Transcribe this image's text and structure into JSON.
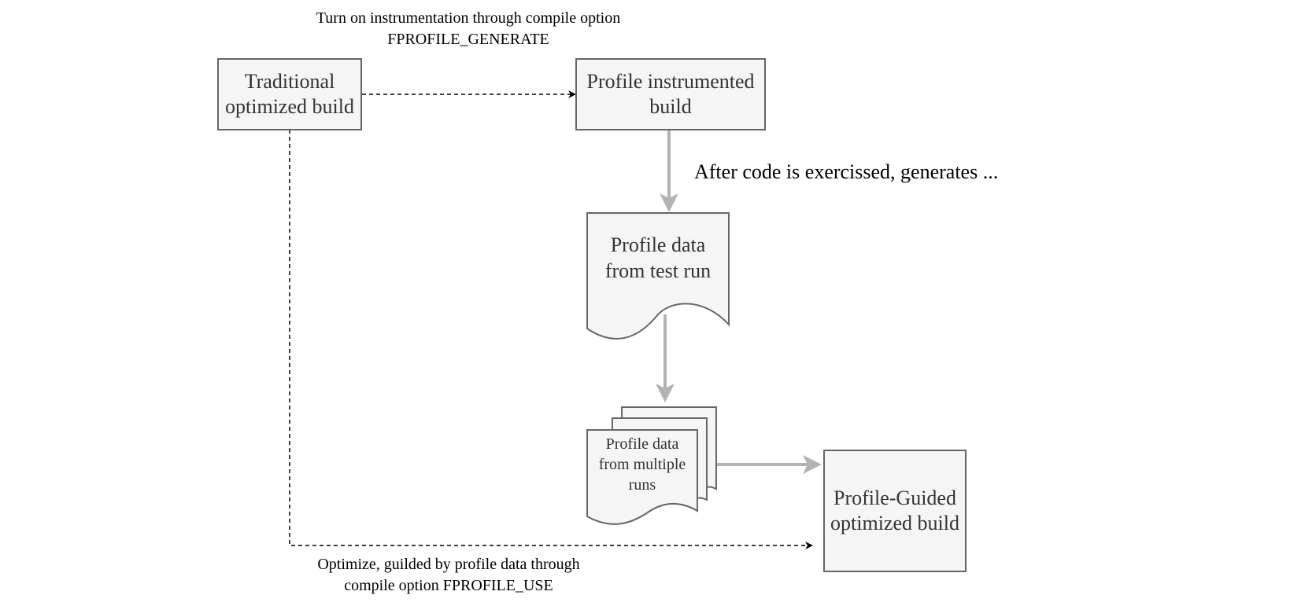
{
  "nodes": {
    "traditional": [
      "Traditional",
      "optimized build"
    ],
    "instrumented": [
      "Profile instrumented",
      "build"
    ],
    "profile_single": [
      "Profile data",
      "from test run"
    ],
    "profile_multi": [
      "Profile data",
      "from multiple",
      "runs"
    ],
    "pgo": [
      "Profile-Guided",
      "optimized build"
    ]
  },
  "edges": {
    "generate": [
      "Turn on instrumentation through compile option",
      "FPROFILE_GENERATE"
    ],
    "exercised": "After code is exercissed, generates ...",
    "use": [
      "Optimize, guilded by profile data through",
      "compile option FPROFILE_USE"
    ]
  },
  "colors": {
    "node_fill": "#f5f5f5",
    "node_stroke": "#666666",
    "flow_arrow": "#b3b3b3",
    "dashed_edge": "#000000"
  }
}
